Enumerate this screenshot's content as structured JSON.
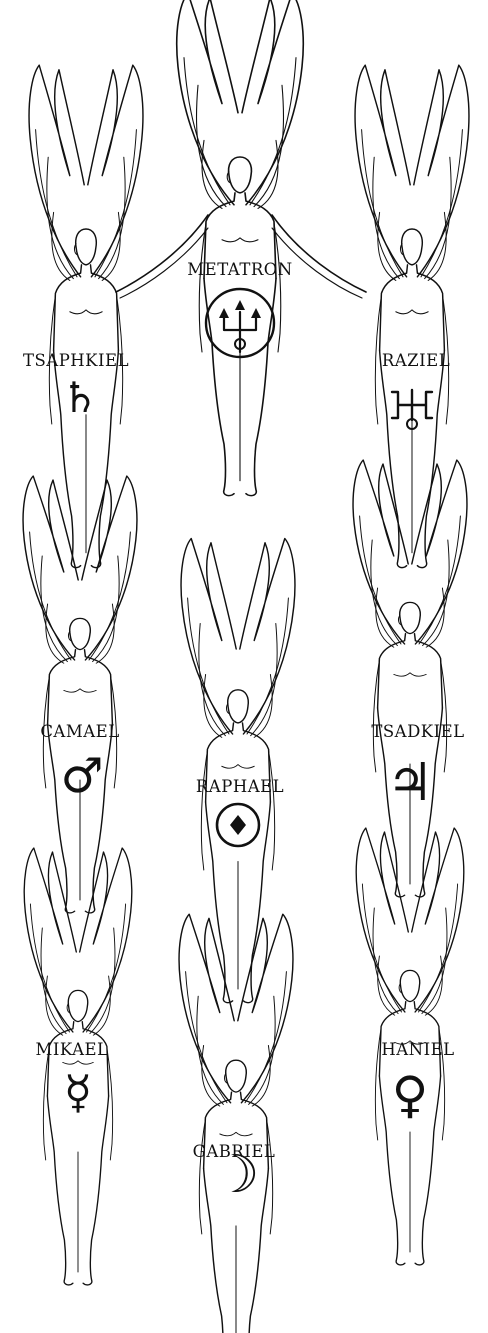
{
  "angels": [
    {
      "id": "metatron",
      "name": "METATRON",
      "symbol_glyph": "",
      "symbol_icon": "kether-sigil-icon"
    },
    {
      "id": "tsaphkiel",
      "name": "TSAPHKIEL",
      "symbol_glyph": "♄",
      "symbol_icon": "saturn-icon"
    },
    {
      "id": "raziel",
      "name": "RAZIEL",
      "symbol_glyph": "",
      "symbol_icon": "neptune-icon"
    },
    {
      "id": "camael",
      "name": "CAMAEL",
      "symbol_glyph": "♂",
      "symbol_icon": "mars-icon"
    },
    {
      "id": "tsadkiel",
      "name": "TSADKIEL",
      "symbol_glyph": "♃",
      "symbol_icon": "jupiter-icon"
    },
    {
      "id": "raphael",
      "name": "RAPHAEL",
      "symbol_glyph": "",
      "symbol_icon": "sun-icon"
    },
    {
      "id": "mikael",
      "name": "MIKAEL",
      "symbol_glyph": "☿",
      "symbol_icon": "mercury-icon"
    },
    {
      "id": "haniel",
      "name": "HANIEL",
      "symbol_glyph": "♀",
      "symbol_icon": "venus-icon"
    },
    {
      "id": "gabriel",
      "name": "GABRIEL",
      "symbol_glyph": "☽",
      "symbol_icon": "moon-icon"
    }
  ],
  "colors": {
    "ink": "#111111",
    "paper": "#ffffff"
  }
}
